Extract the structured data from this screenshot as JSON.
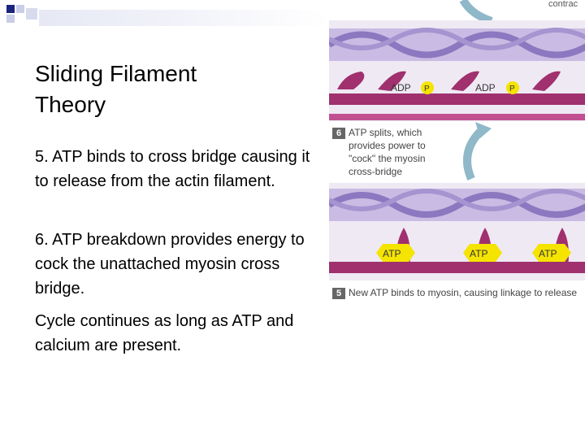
{
  "slide": {
    "title": "Sliding Filament\nTheory",
    "point5": "5.  ATP binds to cross bridge causing it to release from the actin filament.",
    "point6": "6.  ATP breakdown provides energy to cock the unattached myosin cross bridge.",
    "point7": "Cycle continues as long as ATP and calcium are present."
  },
  "figure": {
    "top_label": "contrac",
    "adp_label_1": "ADP",
    "adp_label_2": "ADP",
    "p_label_1": "P",
    "p_label_2": "P",
    "step6_num": "6",
    "step6_caption": "ATP splits, which provides power to \"cock\" the myosin cross-bridge",
    "atp_1": "ATP",
    "atp_2": "ATP",
    "atp_3": "ATP",
    "step5_num": "5",
    "step5_caption": "New ATP binds to myosin, causing linkage to release"
  },
  "colors": {
    "accent_blue": "#1a237e",
    "actin": "#b7a6d8",
    "myosin": "#a0306e",
    "arrow": "#8fb8c8",
    "atp_badge": "#f5e400"
  }
}
